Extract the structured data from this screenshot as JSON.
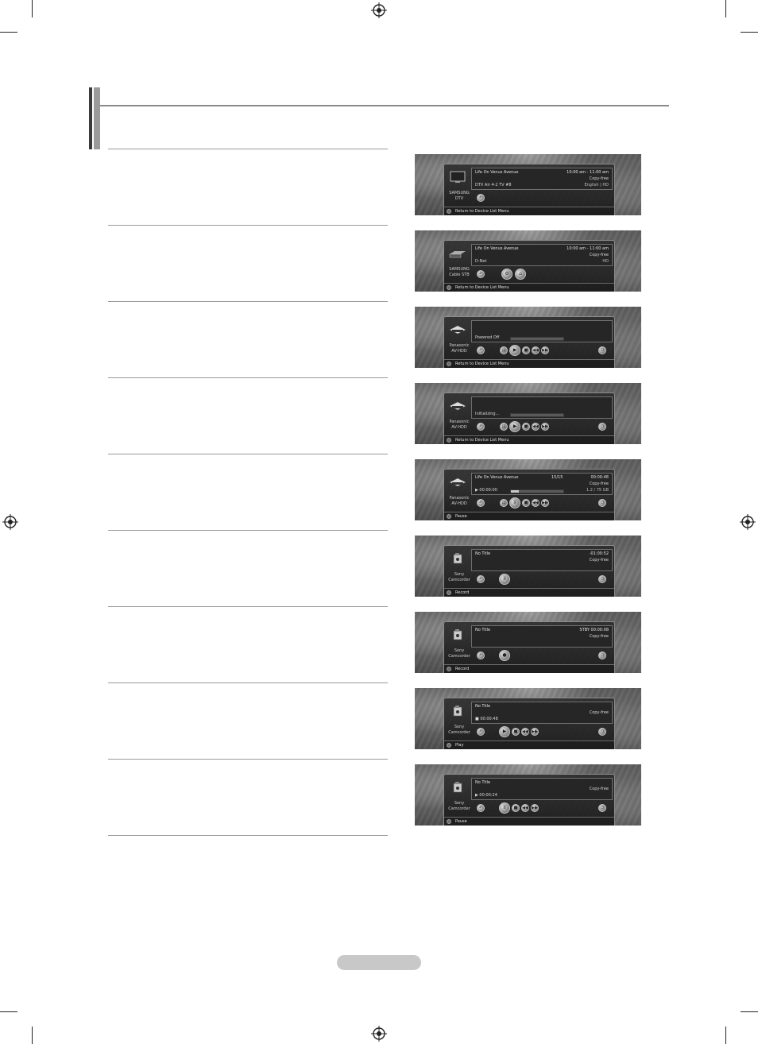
{
  "screens": [
    {
      "device_label": [
        "SAMSUNG",
        "DTV"
      ],
      "title": "Life On Venus Avenue",
      "right_top": "10:00 am - 11:00 am",
      "right_mid": "Copy-free",
      "left_bottom": "DTV Air  4-2  TV #8",
      "right_bottom": "English | HD",
      "footer": "Return to Device List Menu"
    },
    {
      "device_label": [
        "SAMSUNG",
        "Cable STB"
      ],
      "title": "Life On Venus Avenue",
      "right_top": "10:00 am - 11:00 am",
      "right_mid": "Copy-free",
      "left_bottom": "D-Net",
      "right_bottom": "HD",
      "footer": "Return to Device List Menu"
    },
    {
      "device_label": [
        "Panasonic",
        "AV-HDD"
      ],
      "title": "",
      "right_top": "",
      "right_mid": "",
      "left_bottom": "Powered Off",
      "right_bottom": "",
      "footer": "Return to Device List Menu"
    },
    {
      "device_label": [
        "Panasonic",
        "AV-HDD"
      ],
      "title": "",
      "right_top": "",
      "right_mid": "",
      "left_bottom": "Initializing...",
      "right_bottom": "",
      "footer": "Return to Device List Menu"
    },
    {
      "device_label": [
        "Panasonic",
        "AV-HDD"
      ],
      "title": "Life On Venus Avenue",
      "center_top": "15/15",
      "right_top": "00:00:48",
      "right_mid": "Copy-free",
      "left_bottom": "▶  00:00:00",
      "right_bottom": "1.2 / 75 GB",
      "footer": "Pause"
    },
    {
      "device_label": [
        "Sony",
        "Camcorder"
      ],
      "title": "No Title",
      "right_top": "-01:00:52",
      "right_mid": "Copy-free",
      "left_bottom": "",
      "right_bottom": "",
      "footer": "Record"
    },
    {
      "device_label": [
        "Sony",
        "Camcorder"
      ],
      "title": "No Title",
      "right_top": "STBY    00:00:08",
      "right_mid": "Copy-free",
      "left_bottom": "",
      "right_bottom": "",
      "footer": "Record"
    },
    {
      "device_label": [
        "Sony",
        "Camcorder"
      ],
      "title": "No Title",
      "right_top": "",
      "right_mid": "Copy-free",
      "left_bottom": "■  00:00:48",
      "right_bottom": "",
      "footer": "Play"
    },
    {
      "device_label": [
        "Sony",
        "Camcorder"
      ],
      "title": "No Title",
      "right_top": "",
      "right_mid": "Copy-free",
      "left_bottom": "▶  00:00:24",
      "right_bottom": "",
      "footer": "Pause"
    }
  ],
  "glyphs": {
    "return": "↶",
    "play": "▶",
    "pause": "II",
    "stop": "■",
    "rewind": "◀◀",
    "forward": "▶▶",
    "power": "⏻",
    "record": "●"
  },
  "accent_gray": "#8a8a8a"
}
